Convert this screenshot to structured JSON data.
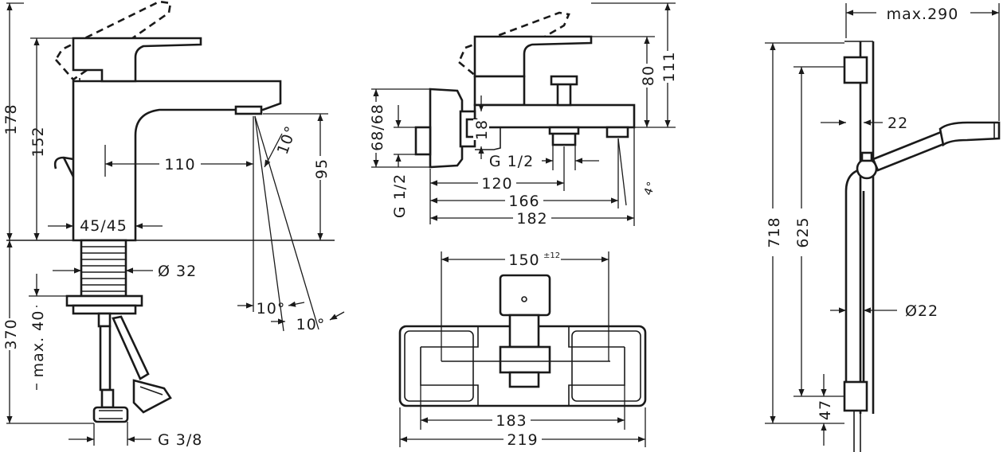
{
  "basin_mixer": {
    "dim_178": "178",
    "dim_152": "152",
    "dim_110": "110",
    "dim_95": "95",
    "dim_angle_top": "10°",
    "dim_45_45": "45/45",
    "dim_diameter_32": "Ø 32",
    "dim_370": "370",
    "dim_max_40": "max. 40",
    "dim_angle_bottom_1": "10°",
    "dim_angle_bottom_2": "10°",
    "dim_g_3_8": "G 3/8"
  },
  "bath_mixer_side": {
    "dim_111": "111",
    "dim_80": "80",
    "dim_68_68": "68/68",
    "dim_18": "18",
    "dim_g_1_2_vertical": "G 1/2",
    "dim_g_1_2": "G 1/2",
    "dim_120": "120",
    "dim_166": "166",
    "dim_182": "182",
    "dim_angle": "4°"
  },
  "bath_mixer_top": {
    "dim_150": "150",
    "dim_150_tolerance": "±12",
    "dim_183": "183",
    "dim_219": "219"
  },
  "shower_rail": {
    "dim_max_290": "max.290",
    "dim_22": "22",
    "dim_718": "718",
    "dim_625": "625",
    "dim_diameter_22": "Ø22",
    "dim_47": "47"
  }
}
